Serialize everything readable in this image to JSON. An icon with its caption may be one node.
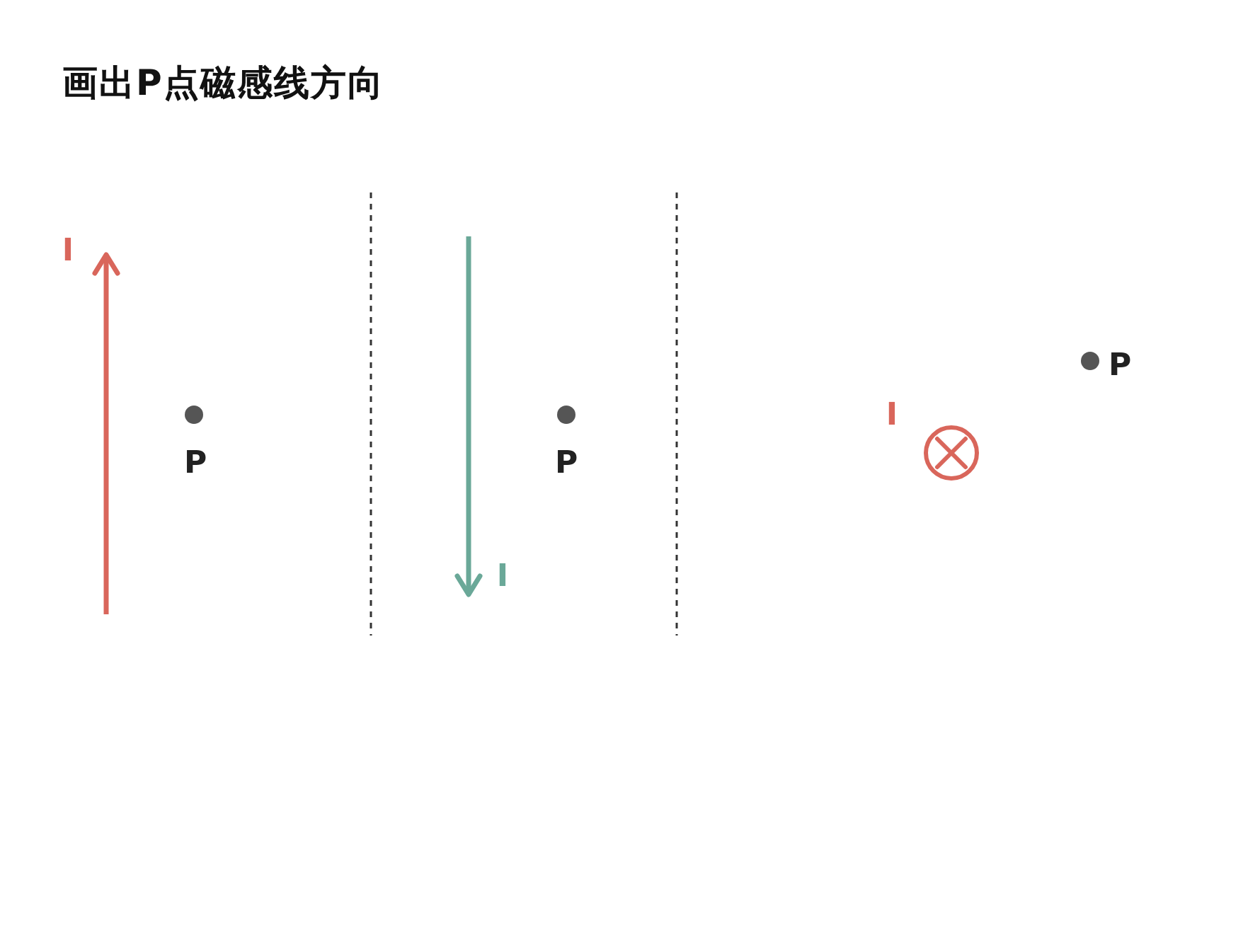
{
  "diagram": {
    "title": "画出P点磁感线方向",
    "labels": [
      "I",
      "P",
      "P",
      "I",
      "P",
      "I"
    ]
  }
}
